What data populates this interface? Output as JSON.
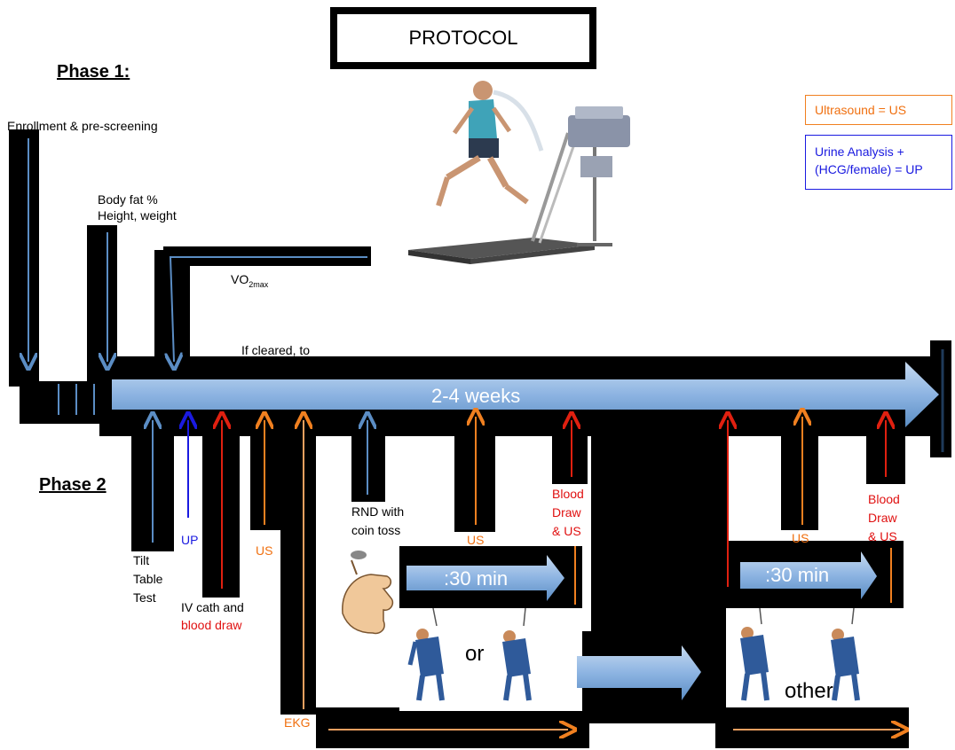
{
  "title": "PROTOCOL",
  "phase1_label": "Phase 1:",
  "phase2_label": "Phase 2",
  "legend": {
    "us": "Ultrasound = US",
    "up_line1": "Urine Analysis +",
    "up_line2": "(HCG/female) = UP"
  },
  "phase1": {
    "enrollment": "Enrollment & pre-screening",
    "bodyfat_line1": "Body fat %",
    "bodyfat_line2": "Height, weight",
    "vo2": "VO",
    "vo2_sub": "2max",
    "cleared": "If cleared, to"
  },
  "timeline_label": "2-4 weeks",
  "phase2": {
    "tilt_line1": "Tilt",
    "tilt_line2": "Table",
    "tilt_line3": "Test",
    "up": "UP",
    "iv_line1": "IV cath and",
    "iv_line2": "blood draw",
    "us1": "US",
    "ekg": "EKG",
    "rnd_line1": "RND with",
    "rnd_line2": "coin toss",
    "us2": "US",
    "blood1_line1": "Blood",
    "blood1_line2": "Draw",
    "blood1_line3": "& US",
    "us3": "US",
    "blood2_line1": "Blood",
    "blood2_line2": "Draw",
    "blood2_line3": "& US",
    "min1": ":30 min",
    "min2": ":30 min",
    "or": "or",
    "other": "other"
  },
  "colors": {
    "steel_blue": "#5b8dc4",
    "orange": "#f08020",
    "red": "#e02010",
    "blue": "#1a1ae0",
    "timeline": "#8db4e2"
  }
}
